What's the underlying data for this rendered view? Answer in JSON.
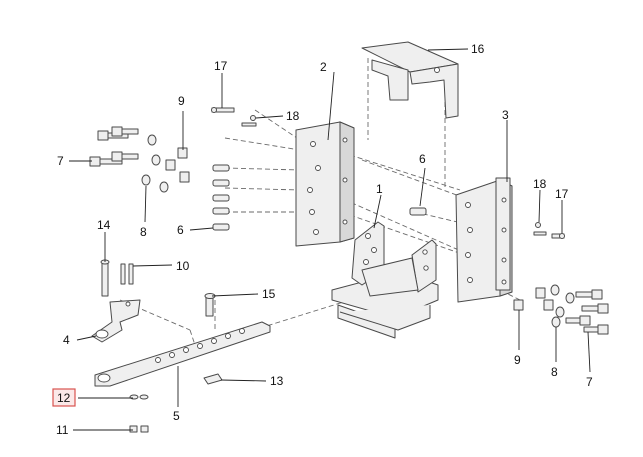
{
  "diagram": {
    "labels": [
      "1",
      "2",
      "3",
      "4",
      "5",
      "6",
      "6",
      "7",
      "7",
      "8",
      "8",
      "9",
      "9",
      "10",
      "11",
      "12",
      "13",
      "14",
      "15",
      "16",
      "17",
      "17",
      "18",
      "18"
    ],
    "selected_label": "12",
    "colors": {
      "stroke": "#4a4a4a",
      "fill": "#efefef",
      "highlight": "#d9534f"
    }
  }
}
